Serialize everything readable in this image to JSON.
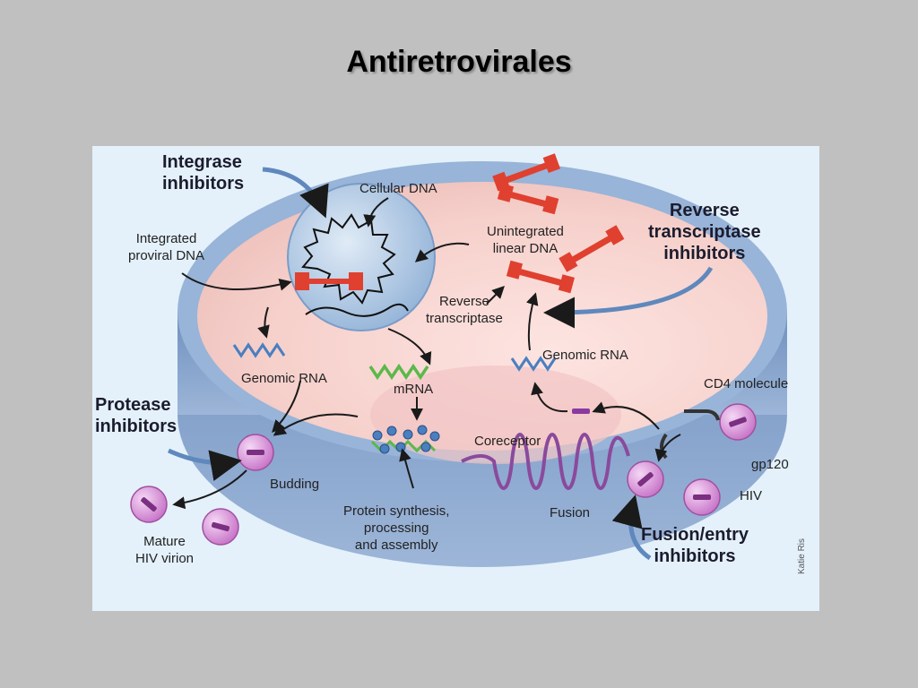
{
  "title": "Antiretrovirales",
  "diagram": {
    "inhibitors": {
      "integrase": [
        "Integrase",
        "inhibitors"
      ],
      "reverse_transcriptase": [
        "Reverse",
        "transcriptase",
        "inhibitors"
      ],
      "protease": [
        "Protease",
        "inhibitors"
      ],
      "fusion_entry": [
        "Fusion/entry",
        "inhibitors"
      ]
    },
    "labels": {
      "cellular_dna": "Cellular DNA",
      "integrated_proviral_dna": [
        "Integrated",
        "proviral DNA"
      ],
      "unintegrated_linear_dna": [
        "Unintegrated",
        "linear DNA"
      ],
      "reverse_transcriptase": [
        "Reverse",
        "transcriptase"
      ],
      "genomic_rna_left": "Genomic RNA",
      "genomic_rna_right": "Genomic RNA",
      "mrna": "mRNA",
      "cd4_molecule": "CD4 molecule",
      "gp120": "gp120",
      "hiv": "HIV",
      "coreceptor": "Coreceptor",
      "budding": "Budding",
      "fusion": "Fusion",
      "protein_synthesis": [
        "Protein synthesis,",
        "processing",
        "and assembly"
      ],
      "mature_hiv_virion": [
        "Mature",
        "HIV virion"
      ]
    },
    "credit": "Katie Ris",
    "colors": {
      "cell_top": "#f6d3cf",
      "cell_side": "#7e9fca",
      "nucleus": "#a9c3e0",
      "dna": "#e0402f",
      "rna": "#4a7fc0",
      "mrna": "#5cb84a",
      "virion": "#d089d0",
      "coreceptor": "#8a4a9c",
      "inhibitor_arrow": "#5f88bd"
    }
  }
}
